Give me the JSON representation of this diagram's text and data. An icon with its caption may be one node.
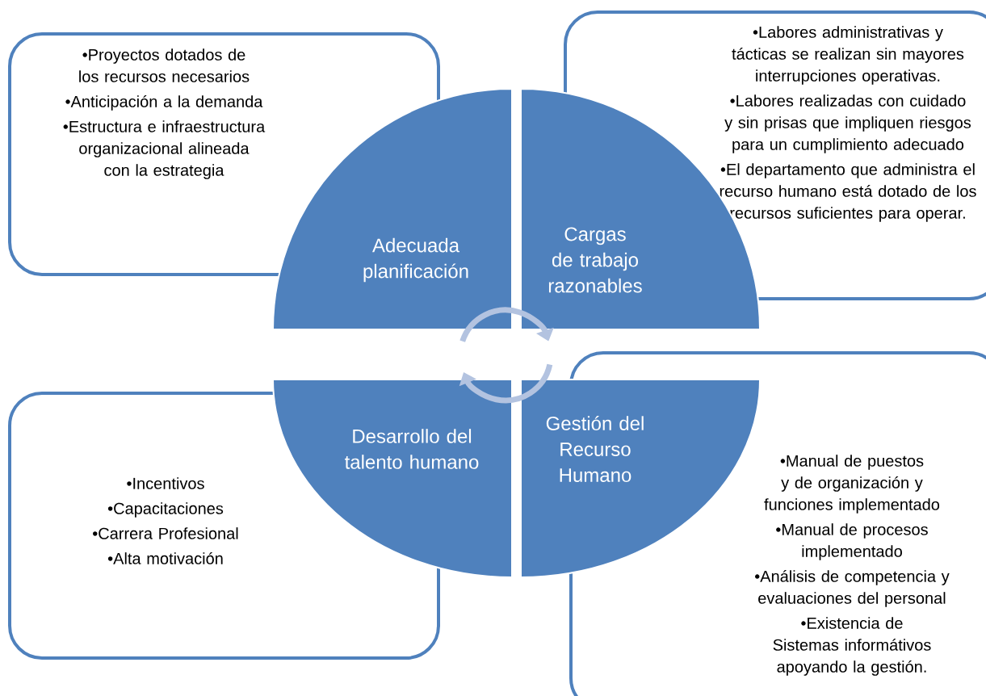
{
  "diagram": {
    "nodes": [
      {
        "text": [
          "•Proyectos dotados de los recursos necesarios",
          "•Anticipación a la demanda",
          "•Estructura e infraestructura organizacional alineada con la estrategia"
        ]
      },
      {
        "text": [
          "•Labores administrativas y tácticas se realizan sin mayores interrupciones operativas.",
          "•Labores realizadas con cuidado y sin prisas que impliquen riesgos para un cumplimiento adecuado",
          "•El departamento que administra el recurso humano está dotado de los recursos suficientes para operar."
        ]
      },
      {
        "text": [
          "•Incentivos",
          "•Capacitaciones",
          "•Carrera Profesional",
          "•Alta motivación"
        ]
      },
      {
        "text": [
          "•Manual de puestos y de organización y funciones implementado",
          "•Manual de procesos implementado",
          "•Análisis de competencia y evaluaciones del personal",
          "•Existencia de Sistemas informátivos  apoyando la gestión."
        ]
      },
      {
        "text": [
          "Adecuada planificación"
        ]
      },
      {
        "text": [
          "Cargas de trabajo razonables"
        ]
      },
      {
        "text": [
          "Desarrollo del talento humano"
        ]
      },
      {
        "text": [
          "Gestión del Recurso Humano"
        ]
      }
    ],
    "edges": [
      {
        "from": 4,
        "to": 5,
        "arrow": "to"
      },
      {
        "from": 7,
        "to": 6,
        "arrow": "to"
      }
    ]
  }
}
